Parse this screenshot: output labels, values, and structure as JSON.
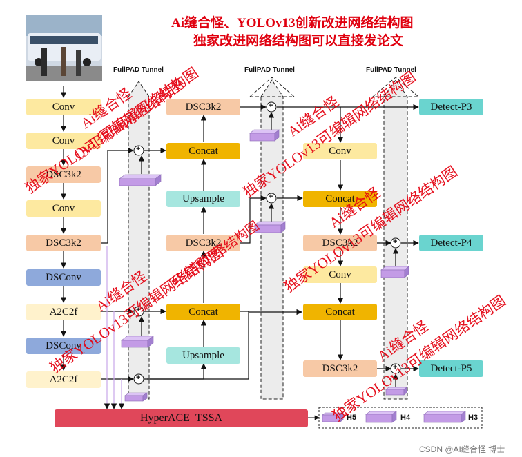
{
  "title": {
    "line1": "Ai缝合怪、YOLOv13创新改进网络结构图",
    "line2": "独家改进网络结构图可以直接发论文"
  },
  "tunnels": [
    "FullPAD Tunnel",
    "FullPAD Tunnel",
    "FullPAD Tunnel"
  ],
  "backbone": [
    "Conv",
    "Conv",
    "DSC3k2",
    "Conv",
    "DSC3k2",
    "DSConv",
    "A2C2f",
    "DSConv",
    "A2C2f"
  ],
  "neck_col1": {
    "dsc3k2_top": "DSC3k2",
    "concat_top": "Concat",
    "upsample_top": "Upsample",
    "dsc3k2_mid": "DSC3k2",
    "concat_bottom": "Concat",
    "upsample_bottom": "Upsample"
  },
  "neck_col2": {
    "conv_top": "Conv",
    "concat_top": "Concat",
    "dsc3k2_mid": "DSC3k2",
    "conv_mid": "Conv",
    "concat_bottom": "Concat",
    "dsc3k2_bottom": "DSC3k2"
  },
  "detect": [
    "Detect-P3",
    "Detect-P4",
    "Detect-P5"
  ],
  "hyperace": "HyperACE_TSSA",
  "hyper_legend": [
    "H5",
    "H4",
    "H3"
  ],
  "add_symbol": "+",
  "watermarks": {
    "short": "Ai缝合怪",
    "long_a": "独家YOLOv13可编辑网络结构图",
    "long_b": "13可编辑网络结构图",
    "long_c": "独家YOLOv13可编辑网络结构图",
    "long_d": "可编辑网络结构图",
    "long_e": "独家YOLOv13可编辑网络结构图",
    "long_f": "独家YOLOv13可编辑网络结构图"
  },
  "footer": "CSDN @AI缝合怪 博士",
  "colors": {
    "conv": "#fde9a0",
    "dsc3k2": "#f7c9a6",
    "dsconv": "#8ea9db",
    "a2c2f": "#fff2cc",
    "concat": "#f0b400",
    "upsample": "#a6e6df",
    "detect": "#6ad4cf",
    "hyperace": "#e0475a",
    "tunnel": "#ededed",
    "purple": "#c39be6",
    "watermark": "#e4000f"
  },
  "image_icon": "bus-street-photo-icon"
}
